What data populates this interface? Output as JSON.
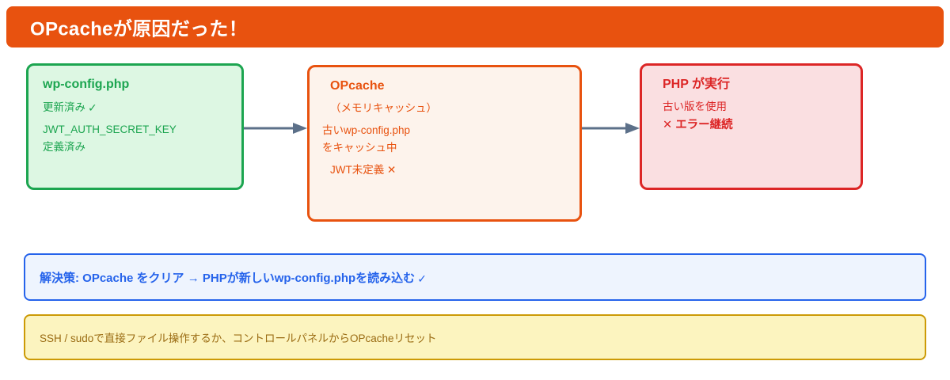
{
  "header": {
    "title": "OPcacheが原因だった！",
    "background_color": "#e8520f",
    "text_color": "#ffffff"
  },
  "flow": {
    "boxes": [
      {
        "id": "wp-config",
        "title": "wp-config.php",
        "lines": [
          "更新済み",
          "JWT_AUTH_SECRET_KEY",
          "定義済み"
        ],
        "check_mark": "✓",
        "accent_color": "#1ca550",
        "background_color": "#ddf7e3"
      },
      {
        "id": "opcache",
        "title": "OPcache",
        "lines": [
          "（メモリキャッシュ）",
          "古いwp-config.php",
          "をキャッシュ中",
          "JWT未定義"
        ],
        "x_mark": "✕",
        "accent_color": "#e8520f",
        "background_color": "#fdf3ec"
      },
      {
        "id": "php-exec",
        "title": "PHP が実行",
        "lines": [
          "古い版を使用",
          "エラー継続"
        ],
        "x_mark": "✕",
        "accent_color": "#dc2626",
        "background_color": "#fadfe1"
      }
    ],
    "arrows": [
      {
        "id": "arrow-1",
        "from": "wp-config",
        "to": "opcache",
        "color": "#5c7089"
      },
      {
        "id": "arrow-2",
        "from": "opcache",
        "to": "php-exec",
        "color": "#5c7089"
      }
    ]
  },
  "callouts": [
    {
      "id": "solution",
      "text": "解決策: OPcache をクリア → PHPが新しいwp-config.phpを読み込む",
      "check_mark": "✓",
      "accent_color": "#2563eb",
      "background_color": "#eef4fe"
    },
    {
      "id": "howto",
      "text": "SSH / sudoで直接ファイル操作するか、コントロールパネルからOPcacheリセット",
      "accent_color": "#cc9a06",
      "background_color": "#fcf4bf"
    }
  ]
}
